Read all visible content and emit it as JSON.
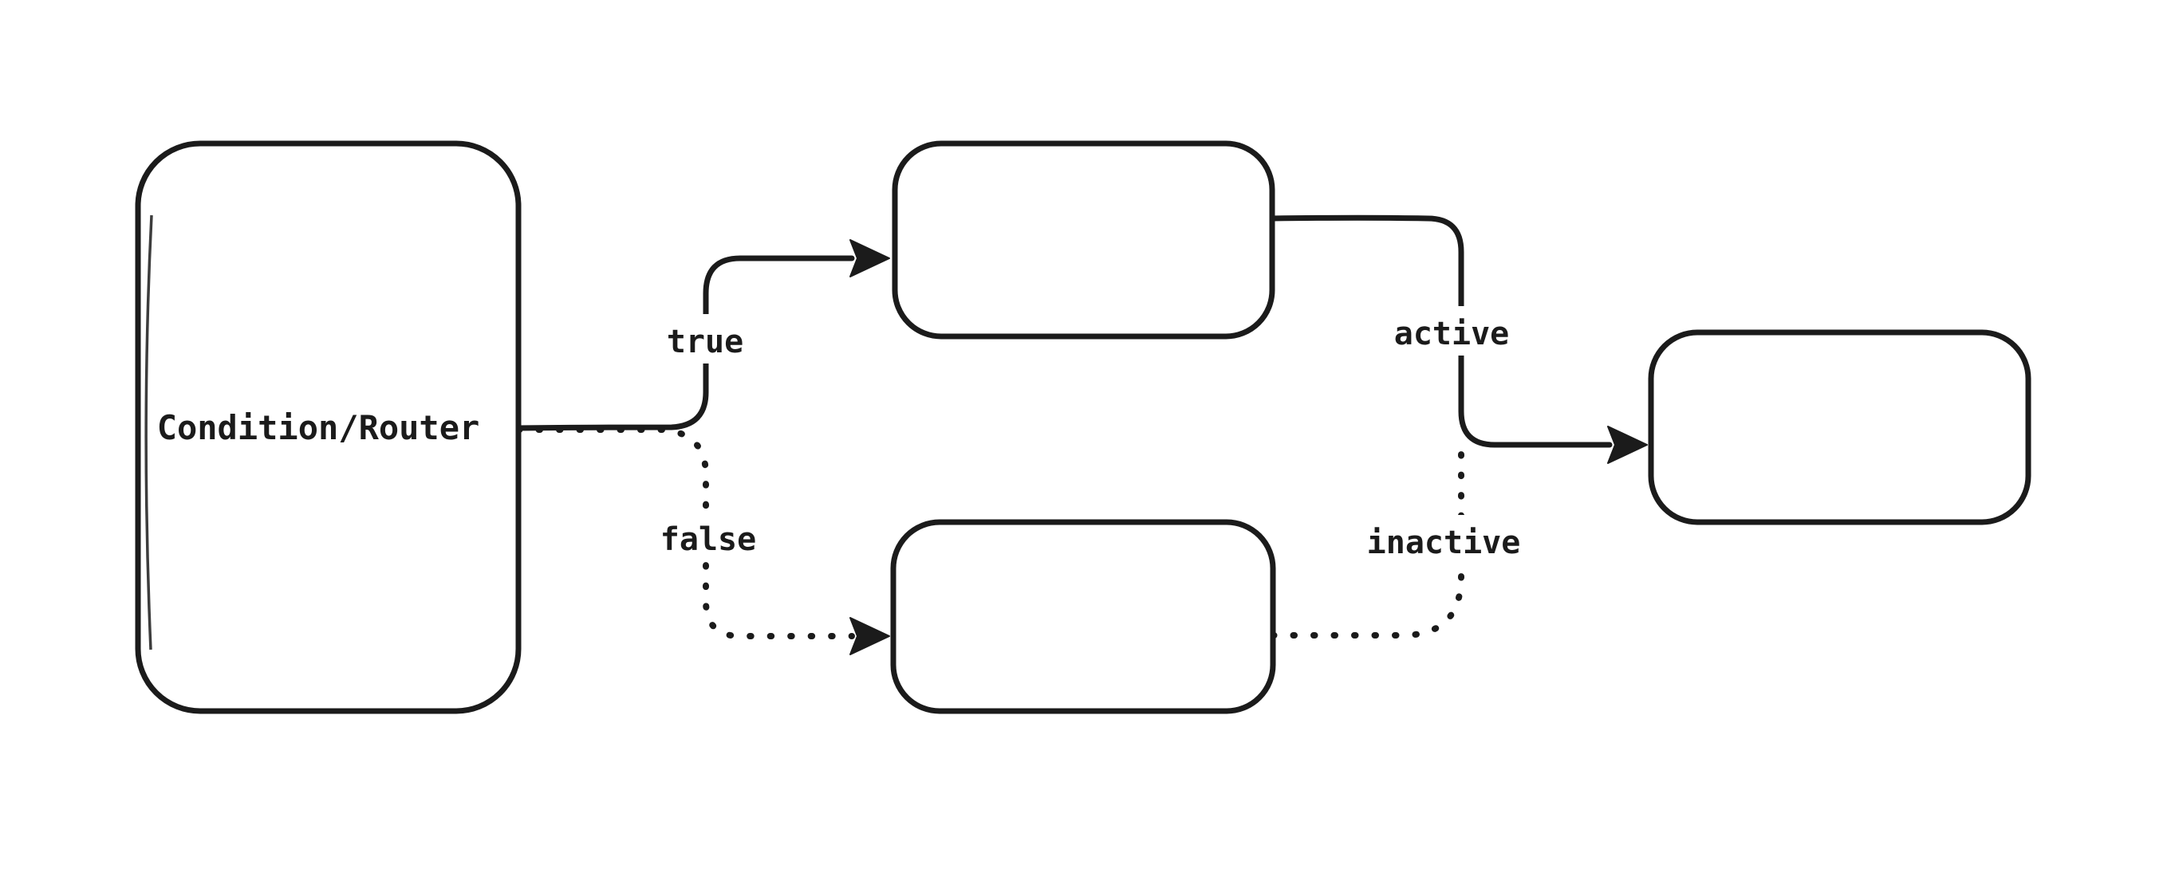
{
  "canvas": {
    "background_color": "#ffffff",
    "stroke_color": "#1b1b1b",
    "style": "hand-drawn-flowchart"
  },
  "nodes": [
    {
      "id": "condition-router",
      "label": "Condition/Router",
      "shape": "rounded-rectangle"
    },
    {
      "id": "true-target",
      "label": "",
      "shape": "rounded-rectangle"
    },
    {
      "id": "false-target",
      "label": "",
      "shape": "rounded-rectangle"
    },
    {
      "id": "final-output",
      "label": "",
      "shape": "rounded-rectangle"
    }
  ],
  "edges": [
    {
      "id": "edge-true",
      "label": "true",
      "style": "solid",
      "from": "condition-router",
      "to": "true-target",
      "arrowhead": true
    },
    {
      "id": "edge-false",
      "label": "false",
      "style": "dotted",
      "from": "condition-router",
      "to": "false-target",
      "arrowhead": true
    },
    {
      "id": "edge-active",
      "label": "active",
      "style": "solid",
      "from": "true-target",
      "to": "final-output",
      "arrowhead": true
    },
    {
      "id": "edge-inactive",
      "label": "inactive",
      "style": "dotted",
      "from": "false-target",
      "to": "final-output",
      "arrowhead": false
    }
  ]
}
